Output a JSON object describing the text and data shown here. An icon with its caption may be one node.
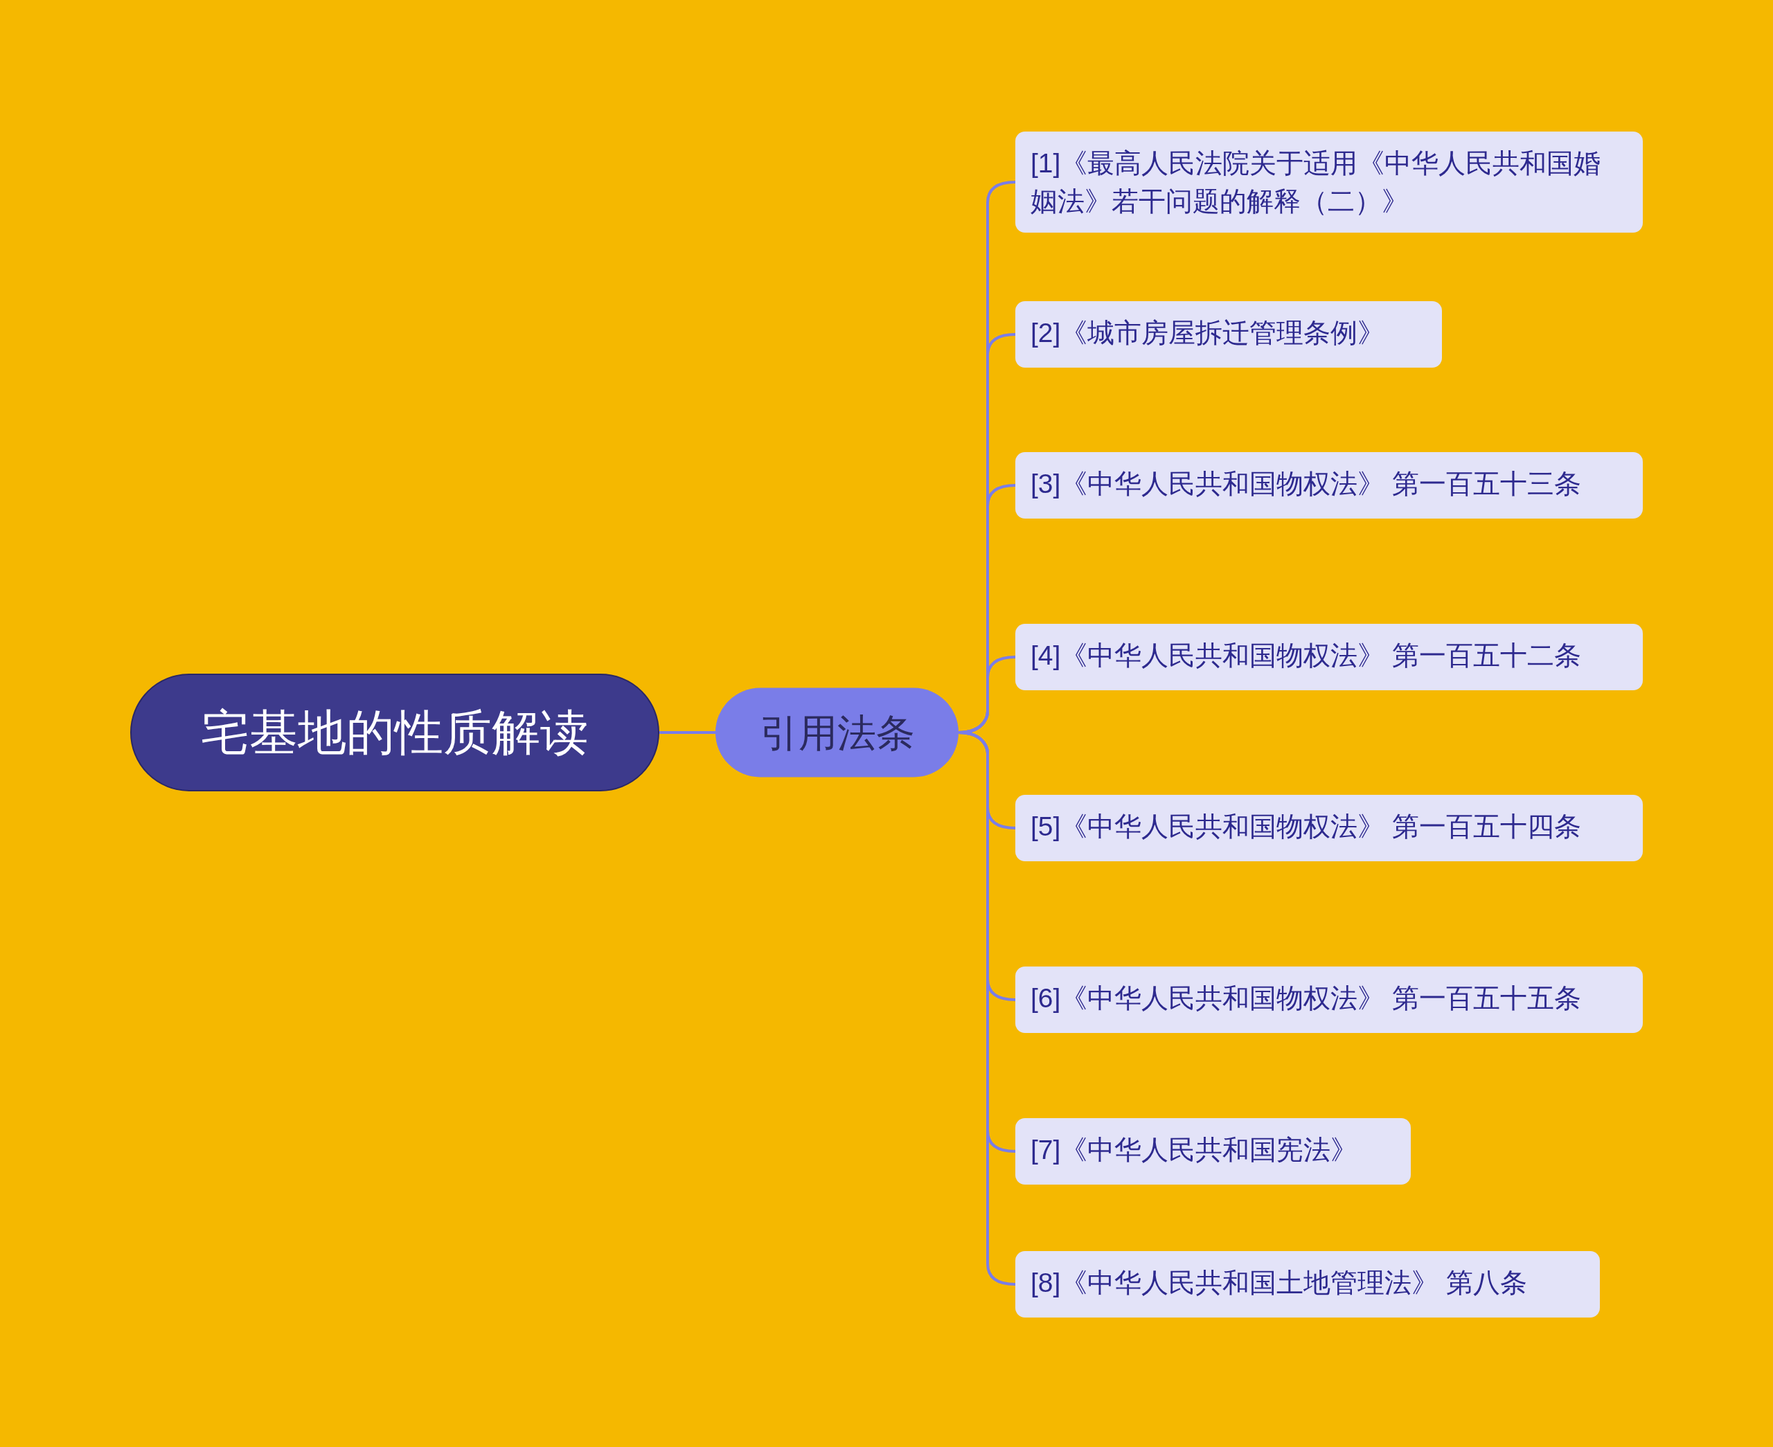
{
  "diagram": {
    "nodes": [
      {
        "text": [
          "宅基地的性质解读"
        ]
      },
      {
        "text": [
          "引用法条"
        ]
      },
      {
        "text": [
          "[1]《最高人民法院关于适用《中华人民共和国婚姻法》若干问题的解释（二）》"
        ]
      },
      {
        "text": [
          "[2]《城市房屋拆迁管理条例》"
        ]
      },
      {
        "text": [
          "[3]《中华人民共和国物权法》 第一百五十三条"
        ]
      },
      {
        "text": [
          "[4]《中华人民共和国物权法》 第一百五十二条"
        ]
      },
      {
        "text": [
          "[5]《中华人民共和国物权法》 第一百五十四条"
        ]
      },
      {
        "text": [
          "[6]《中华人民共和国物权法》 第一百五十五条"
        ]
      },
      {
        "text": [
          "[7]《中华人民共和国宪法》"
        ]
      },
      {
        "text": [
          "[8]《中华人民共和国土地管理法》 第八条"
        ]
      }
    ],
    "edges": [
      {
        "from": 0,
        "to": 1,
        "arrow": "none"
      },
      {
        "from": 1,
        "to": 2,
        "arrow": "none"
      },
      {
        "from": 1,
        "to": 3,
        "arrow": "none"
      },
      {
        "from": 1,
        "to": 4,
        "arrow": "none"
      },
      {
        "from": 1,
        "to": 5,
        "arrow": "none"
      },
      {
        "from": 1,
        "to": 6,
        "arrow": "none"
      },
      {
        "from": 1,
        "to": 7,
        "arrow": "none"
      },
      {
        "from": 1,
        "to": 8,
        "arrow": "none"
      },
      {
        "from": 1,
        "to": 9,
        "arrow": "none"
      }
    ]
  }
}
